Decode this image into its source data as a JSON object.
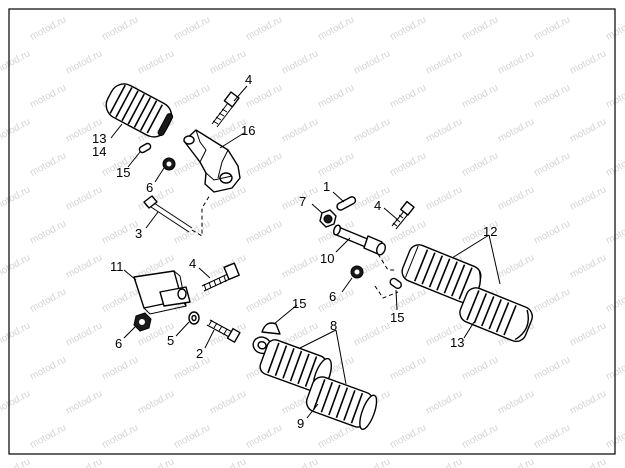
{
  "watermark": "motod.ru",
  "callouts": {
    "c1": "1",
    "c2": "2",
    "c3": "3",
    "c4a": "4",
    "c4b": "4",
    "c4c": "4",
    "c5": "5",
    "c6a": "6",
    "c6b": "6",
    "c6c": "6",
    "c7": "7",
    "c8": "8",
    "c9": "9",
    "c10": "10",
    "c11": "11",
    "c12": "12",
    "c13a": "13",
    "c13b": "13",
    "c14": "14",
    "c15a": "15",
    "c15b": "15",
    "c15c": "15",
    "c16": "16"
  }
}
